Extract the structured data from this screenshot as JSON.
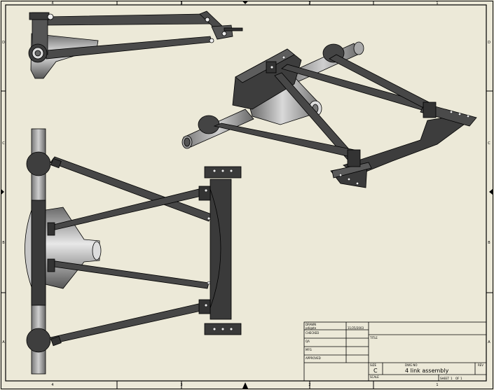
{
  "sheet": {
    "colors": {
      "paper": "#ece9d8",
      "line": "#000000",
      "metal_dark": "#3a3a3a",
      "metal_mid": "#5a5a5a",
      "metal_light": "#b8b8b8",
      "bolt": "#e6e6e6"
    },
    "zones": {
      "cols": [
        "4",
        "3",
        "2",
        "1"
      ],
      "rows": [
        "D",
        "C",
        "B",
        "A"
      ]
    }
  },
  "title_block": {
    "drawn_label": "DRAWN",
    "drawn_by": "pdigate",
    "drawn_date": "11/25/2003",
    "checked_label": "CHECKED",
    "qa_label": "QA",
    "mfg_label": "MFG",
    "approved_label": "APPROVED",
    "title_label": "TITLE",
    "size_label": "SIZE",
    "size_value": "C",
    "dwg_no_label": "DWG NO",
    "dwg_no_value": "4 link assembly",
    "rev_label": "REV",
    "scale_label": "SCALE",
    "sheet_label": "SHEET",
    "sheet_value": "1",
    "sheet_of_label": "OF",
    "sheet_of_value": "1"
  }
}
